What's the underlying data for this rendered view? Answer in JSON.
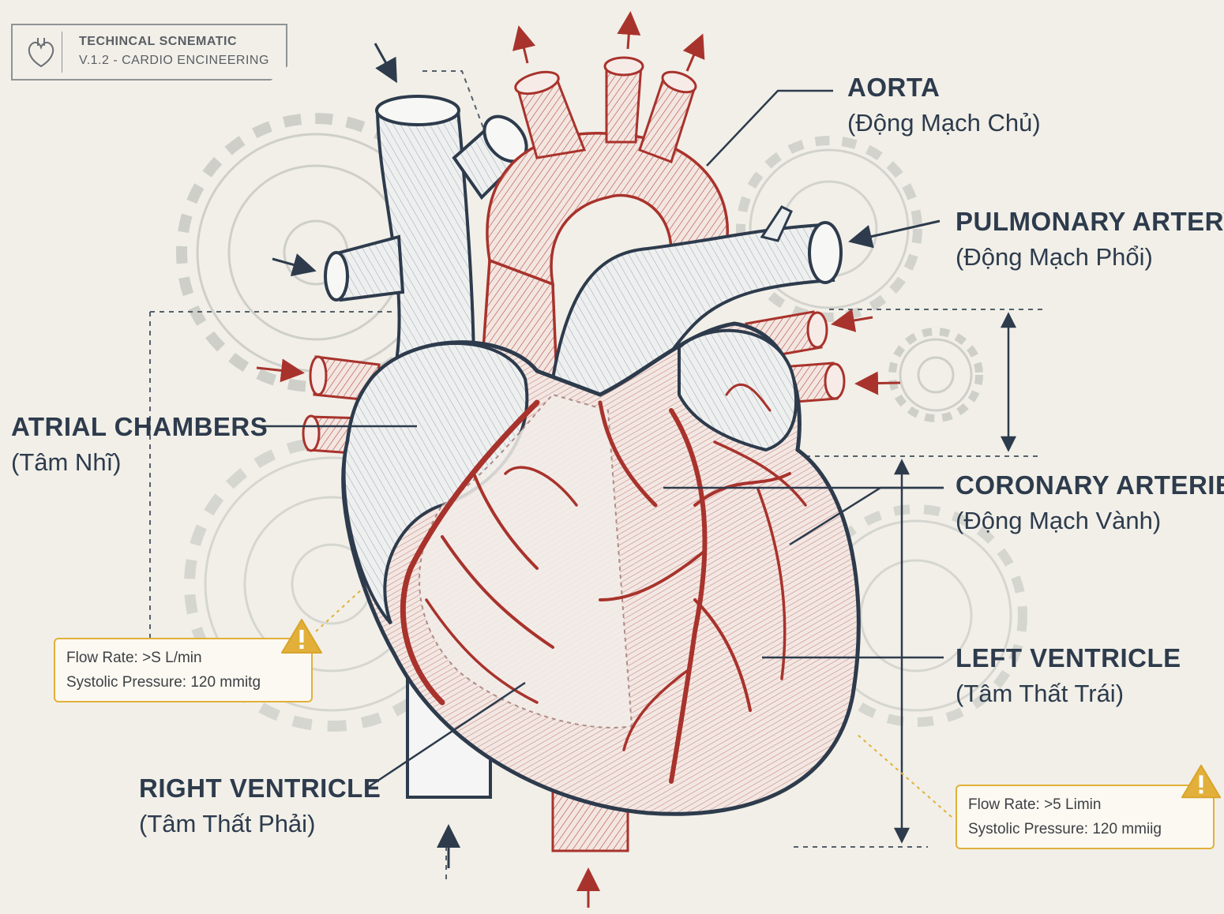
{
  "header": {
    "title_line1": "TECHINCAL SCNEMATIC",
    "title_line2": "V.1.2 - CARDIO ENCINEERING",
    "logo_icon": "heart-outline-icon"
  },
  "labels": {
    "aorta": {
      "en": "AORTA",
      "vi": "(Động Mạch Chủ)"
    },
    "pulmonary": {
      "en": "PULMONARY ARTERY",
      "vi": "(Động Mạch Phổi)"
    },
    "atrial": {
      "en": "ATRIAL CHAMBERS",
      "vi": "(Tâm Nhĩ)"
    },
    "coronary": {
      "en": "CORONARY ARTERIES",
      "vi": "(Động Mạch Vành)"
    },
    "left_ventricle": {
      "en": "LEFT VENTRICLE",
      "vi": "(Tâm Thất Trái)"
    },
    "right_ventricle": {
      "en": "RIGHT VENTRICLE",
      "vi": "(Tâm Thất Phải)"
    }
  },
  "info_left": {
    "line1": "Flow Rate: >S L/min",
    "line2": "Systolic Pressure: 120 mmitg"
  },
  "info_right": {
    "line1": "Flow Rate: >5 Limin",
    "line2": "Systolic Pressure: 120 mmiig"
  },
  "colors": {
    "background": "#f1efe8",
    "outline": "#2d3b4c",
    "artery_red": "#a8332c",
    "gear_gray": "#cfcfca",
    "warning": "#e2b03a"
  }
}
